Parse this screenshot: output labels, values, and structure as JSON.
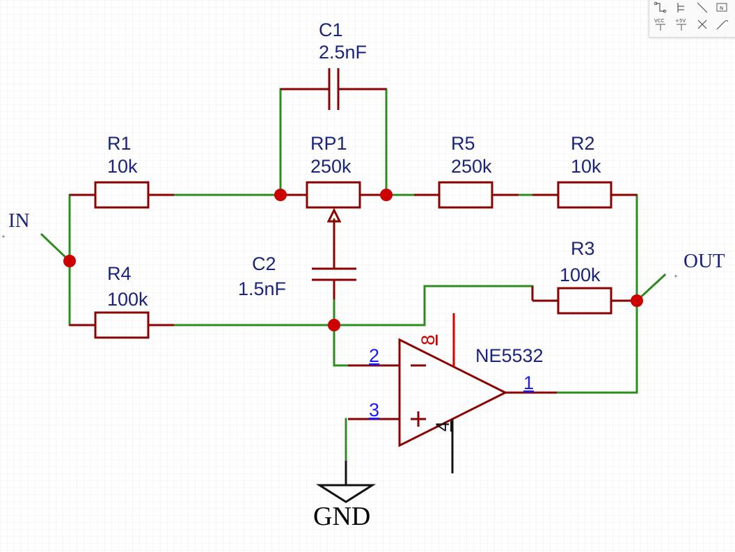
{
  "components": {
    "c1": {
      "ref": "C1",
      "value": "2.5nF"
    },
    "r1": {
      "ref": "R1",
      "value": "10k"
    },
    "rp1": {
      "ref": "RP1",
      "value": "250k"
    },
    "r5": {
      "ref": "R5",
      "value": "250k"
    },
    "r2": {
      "ref": "R2",
      "value": "10k"
    },
    "c2": {
      "ref": "C2",
      "value": "1.5nF"
    },
    "r3": {
      "ref": "R3",
      "value": "100k"
    },
    "r4": {
      "ref": "R4",
      "value": "100k"
    },
    "u1": {
      "ref": "NE5532",
      "pin_inv": "2",
      "pin_noninv": "3",
      "pin_out": "1",
      "pin_vcc": "8",
      "pin_vee": "4"
    }
  },
  "nets": {
    "in": "IN",
    "out": "OUT",
    "gnd": "GND"
  },
  "toolbar": {
    "vcc_label": "VCC",
    "plus5v_label": "+5V",
    "netlabel_icon_text": "N"
  },
  "colors": {
    "wire": "#2e8b1f",
    "component": "#8b0000",
    "junction": "#cc0000",
    "grid": "#e6e6e6",
    "label": "#1a237e",
    "pin_number": "#1a1aff"
  }
}
